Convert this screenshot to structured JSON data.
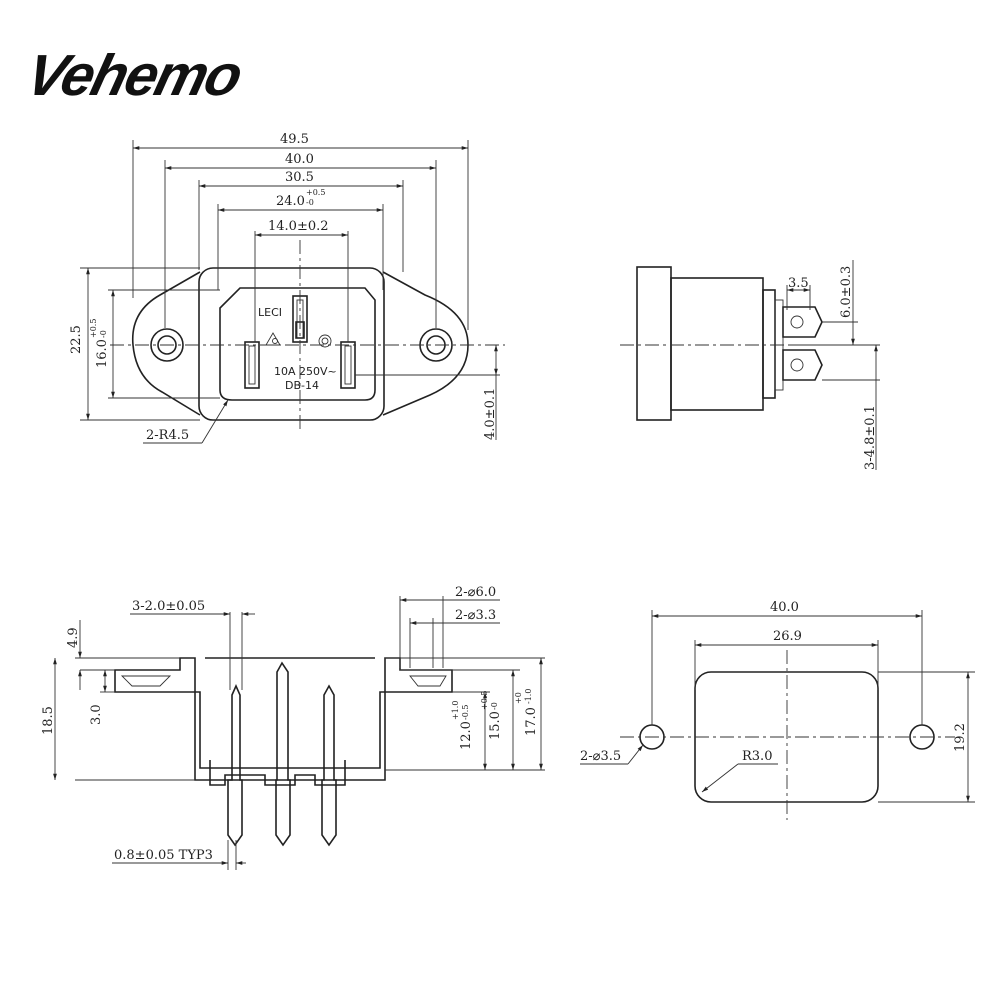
{
  "brand": {
    "name": "Vehemo"
  },
  "front_view": {
    "dim_overall": "49.5",
    "dim_mounting": "40.0",
    "dim_body": "30.5",
    "dim_face": "24.0",
    "dim_face_tol_upper": "+0.5",
    "dim_face_tol_lower": "-0",
    "dim_pins": "14.0±0.2",
    "dim_height": "22.5",
    "dim_face_height": "16.0",
    "dim_face_height_tol_upper": "+0.5",
    "dim_face_height_tol_lower": "-0",
    "dim_pin_offset": "4.0±0.1",
    "dim_radius": "2-R4.5",
    "marking_brand": "LECI",
    "marking_rating": "10A 250V~",
    "marking_model": "DB-14"
  },
  "side_view": {
    "dim_tab_width": "3.5",
    "dim_tab_spacing": "6.0±0.3",
    "dim_tab_thickness": "3-4.8±0.1"
  },
  "section_view": {
    "dim_pin_dia": "3-2.0±0.05",
    "dim_hole_outer": "2-⌀6.0",
    "dim_hole_inner": "2-⌀3.3",
    "dim_flange": "4.9",
    "dim_flange_step": "3.0",
    "dim_total_height": "18.5",
    "dim_h12": "12.0",
    "dim_h12_tol_upper": "+1.0",
    "dim_h12_tol_lower": "-0.5",
    "dim_h15": "15.0",
    "dim_h15_tol_upper": "+0.5",
    "dim_h15_tol_lower": "-0",
    "dim_h17": "17.0",
    "dim_h17_tol_upper": "+0",
    "dim_h17_tol_lower": "-1.0",
    "dim_pin_thickness": "0.8±0.05 TYP3"
  },
  "cutout_view": {
    "dim_holes_spacing": "40.0",
    "dim_cutout_width": "26.9",
    "dim_cutout_height": "19.2",
    "dim_hole_dia": "2-⌀3.5",
    "dim_corner_radius": "R3.0"
  }
}
